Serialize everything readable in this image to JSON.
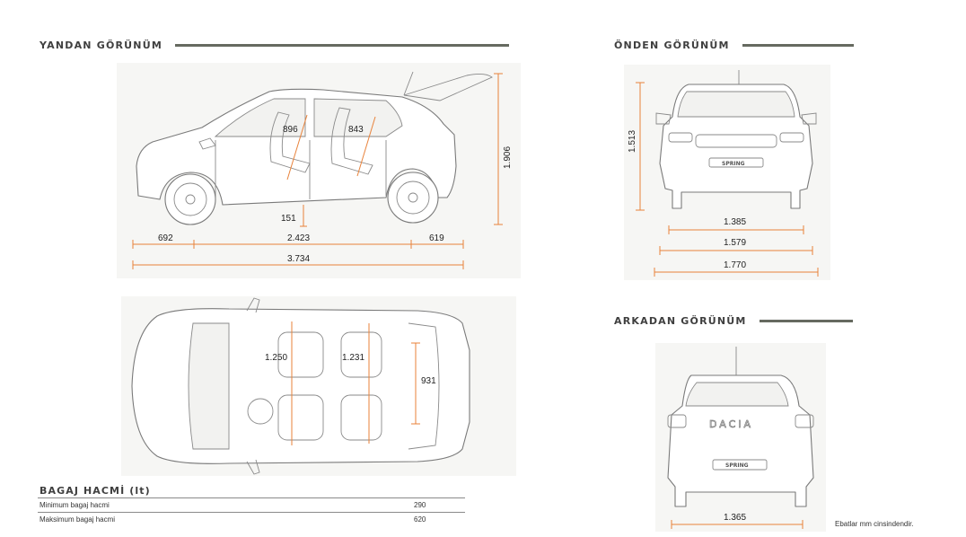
{
  "headings": {
    "side_view": "YANDAN GÖRÜNÜM",
    "front_view": "ÖNDEN GÖRÜNÜM",
    "rear_view": "ARKADAN GÖRÜNÜM"
  },
  "side_view": {
    "front_overhang": "692",
    "wheelbase": "2.423",
    "rear_overhang": "619",
    "total_length": "3.734",
    "height": "1.906",
    "ground_clearance": "151",
    "front_headroom": "896",
    "rear_headroom": "843"
  },
  "top_view": {
    "front_elbow_width": "1.250",
    "rear_elbow_width": "1.231",
    "trunk_depth": "931"
  },
  "front_view": {
    "height": "1.513",
    "track": "1.385",
    "body_width": "1.579",
    "width_with_mirrors": "1.770",
    "badge_text": "SPRING"
  },
  "rear_view": {
    "track": "1.365",
    "badge_text": "SPRING",
    "brand_text": "DACIA"
  },
  "trunk": {
    "title": "BAGAJ HACMİ (lt)",
    "rows": [
      {
        "label": "Minimum bagaj hacmi",
        "value": "290"
      },
      {
        "label": "Maksimum bagaj hacmi",
        "value": "620"
      }
    ]
  },
  "note": "Ebatlar mm cinsindendir.",
  "colors": {
    "accent": "#e8823a",
    "rule": "#666a60",
    "line": "#7a7a7a"
  }
}
